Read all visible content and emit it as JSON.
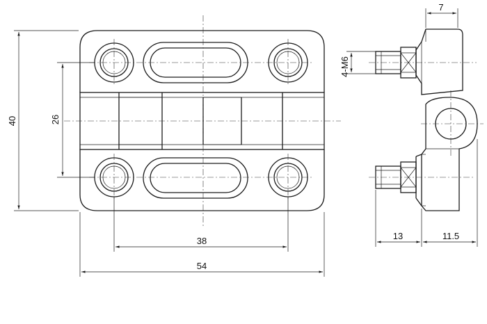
{
  "dimensions": {
    "overall_width": "54",
    "hole_spacing": "38",
    "overall_height": "40",
    "hole_vertical_spacing": "26",
    "side_depth": "7",
    "bolt_length": "13",
    "knuckle_length": "11.5",
    "thread": "4-M6"
  },
  "colors": {
    "line": "#1a1a1a",
    "background": "#ffffff"
  }
}
